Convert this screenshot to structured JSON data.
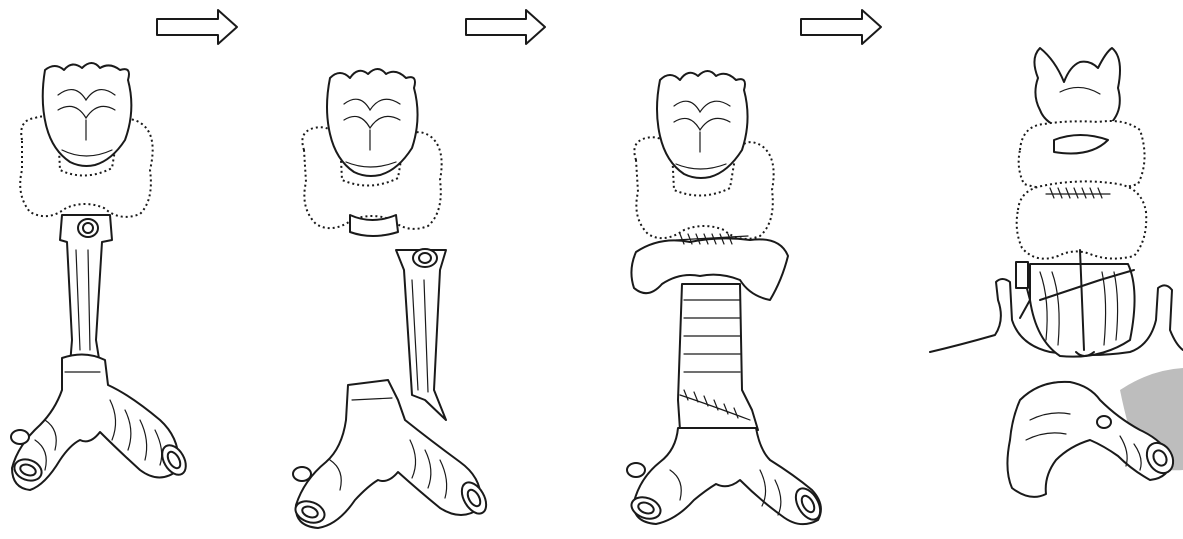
{
  "figure": {
    "panels": [
      {
        "id": "panel-1"
      },
      {
        "id": "panel-2"
      },
      {
        "id": "panel-3"
      },
      {
        "id": "panel-4"
      }
    ],
    "arrows": [
      {
        "id": "arrow-1"
      },
      {
        "id": "arrow-2"
      },
      {
        "id": "arrow-3"
      }
    ],
    "colors": {
      "ink": "#1a1a1a",
      "background": "#ffffff",
      "shading": "#bdbdbd"
    }
  }
}
